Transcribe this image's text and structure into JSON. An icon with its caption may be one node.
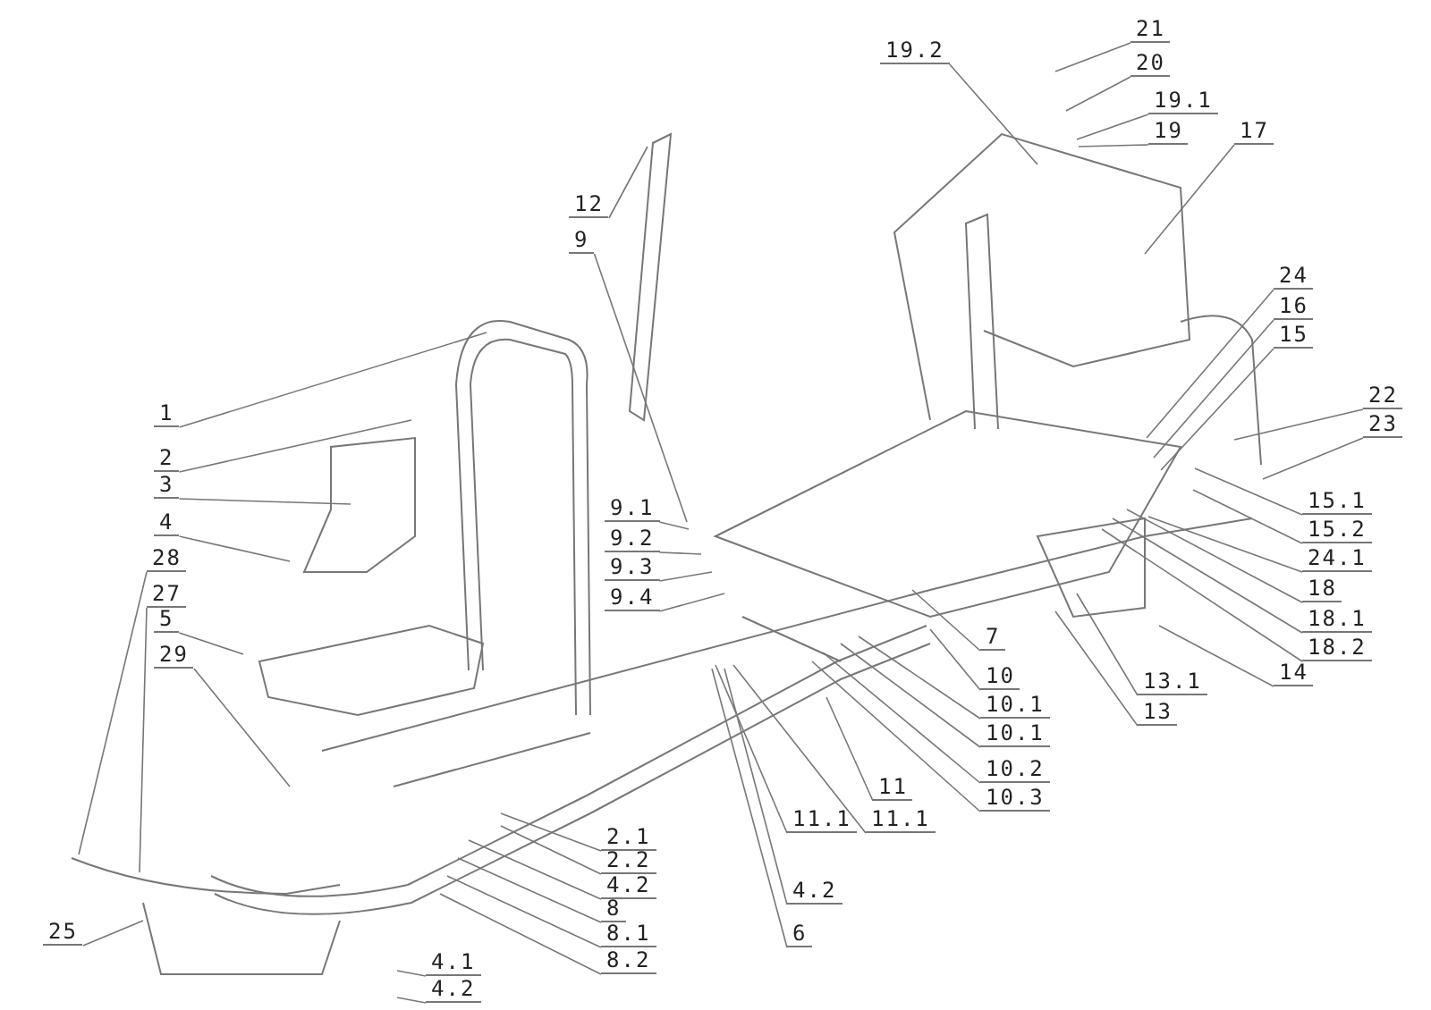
{
  "diagram": {
    "nodes": [
      {
        "text": [
          "21"
        ]
      },
      {
        "text": [
          "19.2"
        ]
      },
      {
        "text": [
          "20"
        ]
      },
      {
        "text": [
          "19.1"
        ]
      },
      {
        "text": [
          "19"
        ]
      },
      {
        "text": [
          "17"
        ]
      },
      {
        "text": [
          "12"
        ]
      },
      {
        "text": [
          "9"
        ]
      },
      {
        "text": [
          "24"
        ]
      },
      {
        "text": [
          "16"
        ]
      },
      {
        "text": [
          "15"
        ]
      },
      {
        "text": [
          "22"
        ]
      },
      {
        "text": [
          "23"
        ]
      },
      {
        "text": [
          "1"
        ]
      },
      {
        "text": [
          "2"
        ]
      },
      {
        "text": [
          "3"
        ]
      },
      {
        "text": [
          "15.1"
        ]
      },
      {
        "text": [
          "9.1"
        ]
      },
      {
        "text": [
          "4"
        ]
      },
      {
        "text": [
          "15.2"
        ]
      },
      {
        "text": [
          "9.2"
        ]
      },
      {
        "text": [
          "28"
        ]
      },
      {
        "text": [
          "24.1"
        ]
      },
      {
        "text": [
          "9.3"
        ]
      },
      {
        "text": [
          "18"
        ]
      },
      {
        "text": [
          "27"
        ]
      },
      {
        "text": [
          "9.4"
        ]
      },
      {
        "text": [
          "18.1"
        ]
      },
      {
        "text": [
          "5"
        ]
      },
      {
        "text": [
          "7"
        ]
      },
      {
        "text": [
          "18.2"
        ]
      },
      {
        "text": [
          "29"
        ]
      },
      {
        "text": [
          "14"
        ]
      },
      {
        "text": [
          "10"
        ]
      },
      {
        "text": [
          "13.1"
        ]
      },
      {
        "text": [
          "10.1"
        ]
      },
      {
        "text": [
          "13"
        ]
      },
      {
        "text": [
          "10.1"
        ]
      },
      {
        "text": [
          "11"
        ]
      },
      {
        "text": [
          "10.2"
        ]
      },
      {
        "text": [
          "10.3"
        ]
      },
      {
        "text": [
          "11.1"
        ]
      },
      {
        "text": [
          "11.1"
        ]
      },
      {
        "text": [
          "2.1"
        ]
      },
      {
        "text": [
          "2.2"
        ]
      },
      {
        "text": [
          "4.2"
        ]
      },
      {
        "text": [
          "4.2"
        ]
      },
      {
        "text": [
          "8"
        ]
      },
      {
        "text": [
          "8.1"
        ]
      },
      {
        "text": [
          "6"
        ]
      },
      {
        "text": [
          "25"
        ]
      },
      {
        "text": [
          "8.2"
        ]
      },
      {
        "text": [
          "4.1"
        ]
      },
      {
        "text": [
          "4.2"
        ]
      }
    ],
    "edges": [
      {
        "from": 0,
        "to": null,
        "arrow": "none"
      },
      {
        "from": 1,
        "to": null,
        "arrow": "none"
      },
      {
        "from": 2,
        "to": null,
        "arrow": "none"
      },
      {
        "from": 3,
        "to": null,
        "arrow": "none"
      },
      {
        "from": 4,
        "to": null,
        "arrow": "none"
      },
      {
        "from": 5,
        "to": null,
        "arrow": "none"
      },
      {
        "from": 6,
        "to": null,
        "arrow": "none"
      },
      {
        "from": 7,
        "to": null,
        "arrow": "none"
      },
      {
        "from": 8,
        "to": null,
        "arrow": "none"
      },
      {
        "from": 9,
        "to": null,
        "arrow": "none"
      },
      {
        "from": 10,
        "to": null,
        "arrow": "none"
      },
      {
        "from": 11,
        "to": null,
        "arrow": "none"
      },
      {
        "from": 12,
        "to": null,
        "arrow": "none"
      },
      {
        "from": 13,
        "to": null,
        "arrow": "none"
      },
      {
        "from": 14,
        "to": null,
        "arrow": "none"
      },
      {
        "from": 15,
        "to": null,
        "arrow": "none"
      },
      {
        "from": 16,
        "to": null,
        "arrow": "none"
      },
      {
        "from": 17,
        "to": null,
        "arrow": "none"
      },
      {
        "from": 18,
        "to": null,
        "arrow": "none"
      },
      {
        "from": 19,
        "to": null,
        "arrow": "none"
      },
      {
        "from": 20,
        "to": null,
        "arrow": "none"
      },
      {
        "from": 21,
        "to": null,
        "arrow": "none"
      },
      {
        "from": 22,
        "to": null,
        "arrow": "none"
      },
      {
        "from": 23,
        "to": null,
        "arrow": "none"
      },
      {
        "from": 24,
        "to": null,
        "arrow": "none"
      },
      {
        "from": 25,
        "to": null,
        "arrow": "none"
      },
      {
        "from": 26,
        "to": null,
        "arrow": "none"
      },
      {
        "from": 27,
        "to": null,
        "arrow": "none"
      },
      {
        "from": 28,
        "to": null,
        "arrow": "none"
      },
      {
        "from": 29,
        "to": null,
        "arrow": "none"
      },
      {
        "from": 30,
        "to": null,
        "arrow": "none"
      },
      {
        "from": 31,
        "to": null,
        "arrow": "none"
      },
      {
        "from": 32,
        "to": null,
        "arrow": "none"
      },
      {
        "from": 33,
        "to": null,
        "arrow": "none"
      },
      {
        "from": 34,
        "to": null,
        "arrow": "none"
      },
      {
        "from": 35,
        "to": null,
        "arrow": "none"
      },
      {
        "from": 36,
        "to": null,
        "arrow": "none"
      },
      {
        "from": 37,
        "to": null,
        "arrow": "none"
      },
      {
        "from": 38,
        "to": null,
        "arrow": "none"
      },
      {
        "from": 39,
        "to": null,
        "arrow": "none"
      },
      {
        "from": 40,
        "to": null,
        "arrow": "none"
      },
      {
        "from": 41,
        "to": null,
        "arrow": "none"
      },
      {
        "from": 42,
        "to": null,
        "arrow": "none"
      },
      {
        "from": 43,
        "to": null,
        "arrow": "none"
      },
      {
        "from": 44,
        "to": null,
        "arrow": "none"
      },
      {
        "from": 45,
        "to": null,
        "arrow": "none"
      },
      {
        "from": 46,
        "to": null,
        "arrow": "none"
      },
      {
        "from": 47,
        "to": null,
        "arrow": "none"
      },
      {
        "from": 48,
        "to": null,
        "arrow": "none"
      },
      {
        "from": 49,
        "to": null,
        "arrow": "none"
      },
      {
        "from": 50,
        "to": null,
        "arrow": "none"
      },
      {
        "from": 51,
        "to": null,
        "arrow": "none"
      },
      {
        "from": 52,
        "to": null,
        "arrow": "none"
      },
      {
        "from": 53,
        "to": null,
        "arrow": "none"
      }
    ]
  }
}
